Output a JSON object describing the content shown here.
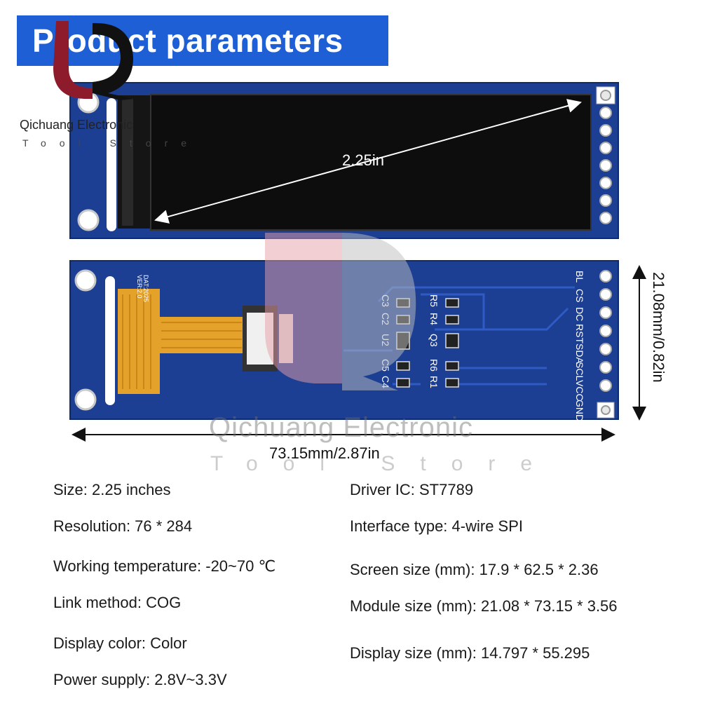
{
  "banner": {
    "title": "Product parameters"
  },
  "brand": {
    "name": "Qichuang Electronic",
    "sub": "Tool Store"
  },
  "watermark": {
    "name": "Qichuang Electronic",
    "sub": "Tool Store"
  },
  "dimensions": {
    "diagonal": "2.25in",
    "height": "21.08mm/0.82in",
    "width": "73.15mm/2.87in"
  },
  "board": {
    "version": "VER:2.0",
    "date": "DAT:2025",
    "pins": [
      "BL",
      "CS",
      "DC",
      "RST",
      "SDA",
      "SCL",
      "VCC",
      "GND"
    ],
    "components_left": [
      "C3",
      "C2",
      "U2",
      "C5",
      "C4"
    ],
    "components_mid": [
      "R5",
      "R4",
      "Q3",
      "R6",
      "R1"
    ]
  },
  "specs": {
    "left": [
      "Size: 2.25 inches",
      "Resolution: 76 * 284",
      "Working temperature: -20~70 ℃",
      "Link method: COG",
      "Display color: Color",
      "Power supply: 2.8V~3.3V"
    ],
    "right": [
      "Driver IC: ST7789",
      "Interface type: 4-wire SPI",
      "Screen size (mm): 17.9 * 62.5 * 2.36",
      "Module size (mm): 21.08 * 73.15 * 3.56",
      "Display size (mm): 14.797 * 55.295"
    ]
  },
  "colors": {
    "banner": "#1f5fd6",
    "pcb": "#1d3f93",
    "screen": "#0d0d0d",
    "flex": "#e5a22a",
    "logo_red": "#8e1b2c"
  }
}
